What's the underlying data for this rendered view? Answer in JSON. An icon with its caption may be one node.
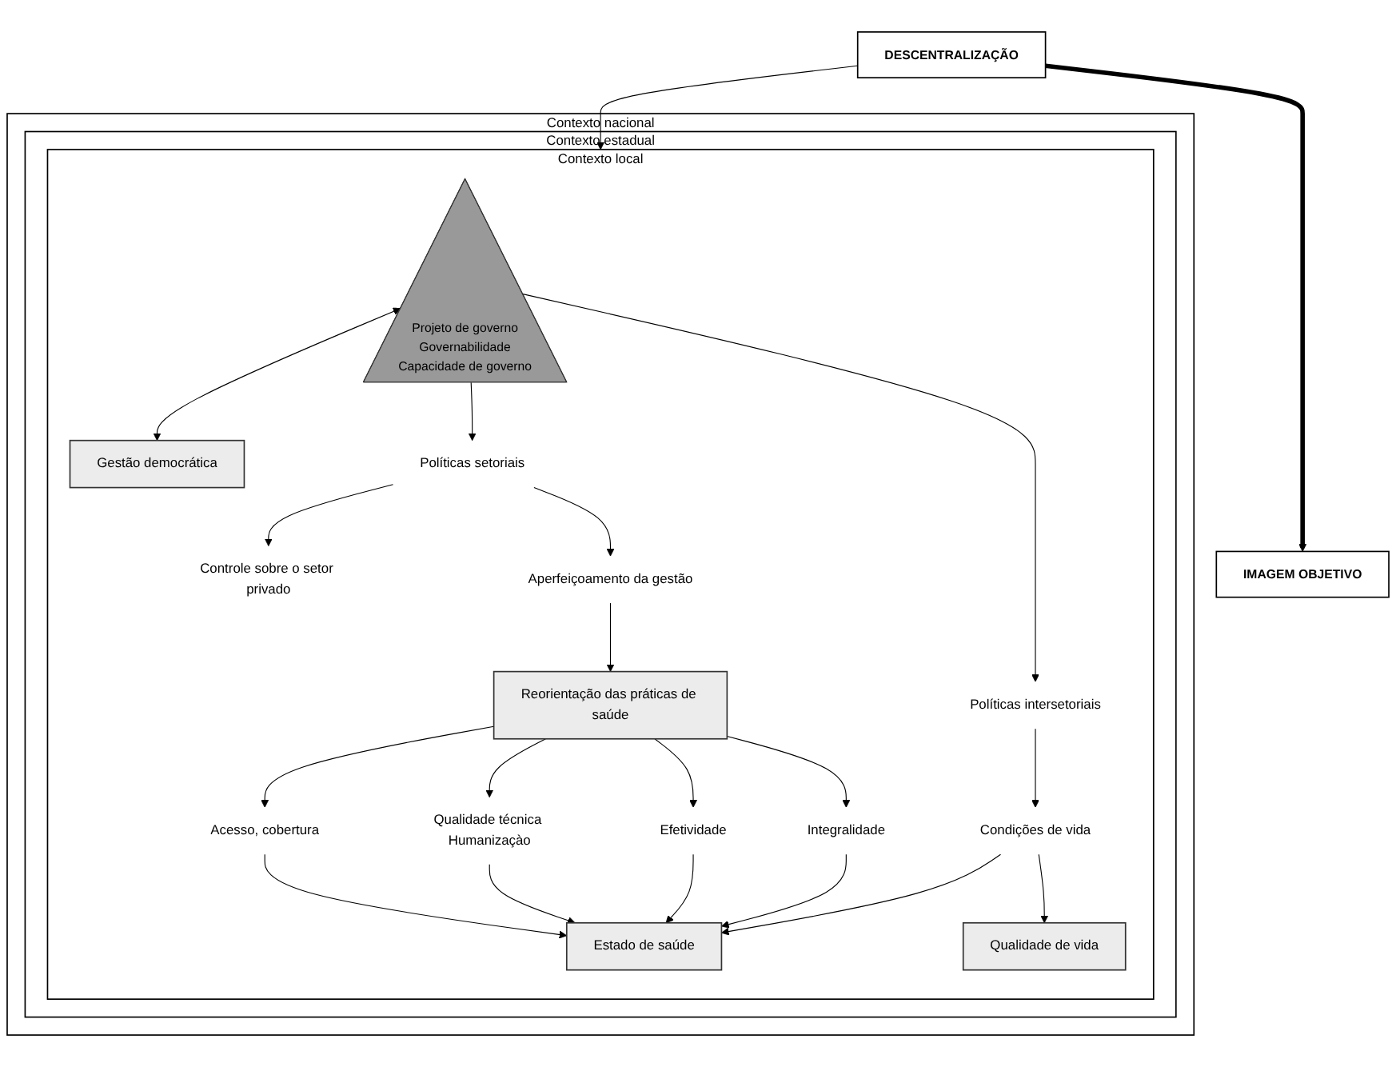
{
  "diagram": {
    "nodes": [
      {
        "text": [
          "Contexto nacional"
        ]
      },
      {
        "text": [
          "Contexto estadual"
        ],
        "in": 0
      },
      {
        "text": [
          "Contexto local"
        ],
        "in": 1
      },
      {
        "text": [
          "DESCENTRALIZAÇÃO"
        ]
      },
      {
        "text": [
          "IMAGEM OBJETIVO"
        ]
      },
      {
        "text": [
          "Projeto de governo",
          "Governabilidade",
          "Capacidade de governo"
        ],
        "in": 2
      },
      {
        "text": [
          "Gestão democrática"
        ],
        "in": 2
      },
      {
        "text": [
          "Políticas setoriais"
        ],
        "in": 2
      },
      {
        "text": [
          "Políticas intersetoriais"
        ],
        "in": 2
      },
      {
        "text": [
          "Controle sobre o setor privado"
        ],
        "in": 2
      },
      {
        "text": [
          "Aperfeiçoamento da gestão"
        ],
        "in": 2
      },
      {
        "text": [
          "Reorientação das práticas de saúde"
        ],
        "in": 2
      },
      {
        "text": [
          "Acesso, cobertura"
        ],
        "in": 2
      },
      {
        "text": [
          "Qualidade técnica Humanizaçào"
        ],
        "in": 2
      },
      {
        "text": [
          "Efetividade"
        ],
        "in": 2
      },
      {
        "text": [
          "Integralidade"
        ],
        "in": 2
      },
      {
        "text": [
          "Estado de saúde"
        ],
        "in": 2
      },
      {
        "text": [
          "Qualidade de vida"
        ],
        "in": 2
      },
      {
        "text": [
          "Condições de vida"
        ],
        "in": 2
      }
    ],
    "edges": [
      {
        "from": 3,
        "to": 4,
        "arrow": "to",
        "style": "thick"
      },
      {
        "from": 3,
        "to": 2,
        "arrow": "to"
      },
      {
        "from": 5,
        "to": 6,
        "arrow": "both"
      },
      {
        "from": 5,
        "to": 7,
        "arrow": "to"
      },
      {
        "from": 5,
        "to": 8,
        "arrow": "to"
      },
      {
        "from": 7,
        "to": 9,
        "arrow": "to"
      },
      {
        "from": 7,
        "to": 10,
        "arrow": "to"
      },
      {
        "from": 10,
        "to": 11,
        "arrow": "to"
      },
      {
        "from": 11,
        "to": 12,
        "arrow": "to"
      },
      {
        "from": 11,
        "to": 13,
        "arrow": "to"
      },
      {
        "from": 11,
        "to": 14,
        "arrow": "to"
      },
      {
        "from": 11,
        "to": 15,
        "arrow": "to"
      },
      {
        "from": 12,
        "to": 16,
        "arrow": "to"
      },
      {
        "from": 13,
        "to": 16,
        "arrow": "to"
      },
      {
        "from": 14,
        "to": 16,
        "arrow": "to"
      },
      {
        "from": 15,
        "to": 16,
        "arrow": "to"
      },
      {
        "from": 8,
        "to": 18,
        "arrow": "to"
      },
      {
        "from": 18,
        "to": 16,
        "arrow": "to"
      },
      {
        "from": 18,
        "to": 17,
        "arrow": "to"
      }
    ]
  }
}
